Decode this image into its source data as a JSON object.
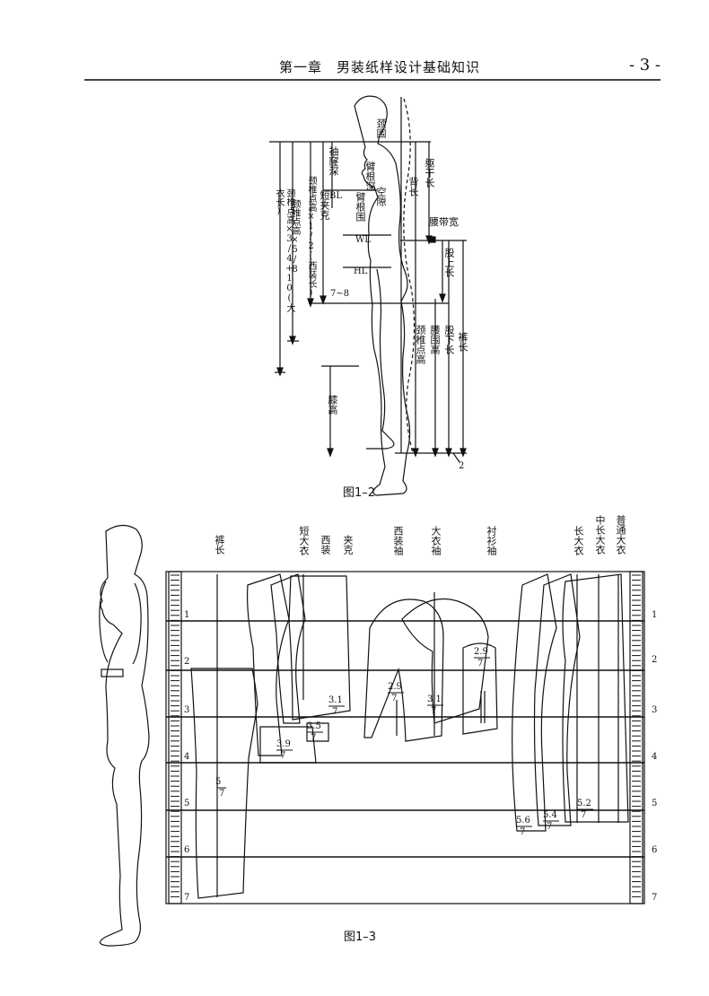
{
  "header": {
    "title": "第一章　男装纸样设计基础知识",
    "page": "- 3 -"
  },
  "figure1": {
    "caption": "图1–2",
    "labels": {
      "neck": "颈围",
      "sleeve_depth": "袖窿深",
      "arm_root_depth": "臂根深",
      "clearance": "空隙",
      "arm_root_girth": "臂根围",
      "torso_len": "躯干长",
      "back_len": "背长",
      "belt_width": "腰带宽",
      "crotch_up": "股上长",
      "crotch_down": "股下长",
      "waist_h": "腰围高",
      "trouser_len": "裤长",
      "neck_pt_h": "颈椎点高",
      "knee_h": "膝高",
      "short_jacket": "短夹克",
      "half_suit": "颈椎点高×1/2(西装长)",
      "five_eighth": "颈椎点高×5/8",
      "coat": "颈椎点高×3/4+10(大衣长)",
      "BL": "BL",
      "WL": "WL",
      "HL": "HL",
      "r78": "7~8",
      "two": "2"
    }
  },
  "figure2": {
    "caption": "图1–3",
    "top_labels": {
      "trouser": "裤长",
      "short_coat": "短大衣",
      "suit": "西装",
      "jacket": "夹克",
      "suit_sleeve": "西装袖",
      "coat_sleeve": "大衣袖",
      "shirt_sleeve": "衬衫袖",
      "long_coat": "长大衣",
      "mid_coat": "中长大衣",
      "normal_coat": "普通大衣"
    },
    "row_numbers": [
      "1",
      "2",
      "3",
      "4",
      "5",
      "6",
      "7"
    ],
    "fractions": [
      {
        "name": "frac-trouser",
        "num": "5",
        "den": "7"
      },
      {
        "name": "frac-jacket",
        "num": "3.1",
        "den": "7"
      },
      {
        "name": "frac-suit",
        "num": "3.5",
        "den": "7"
      },
      {
        "name": "frac-short-coat",
        "num": "3.9",
        "den": "7"
      },
      {
        "name": "frac-suit-sleeve",
        "num": "2.9",
        "den": "7"
      },
      {
        "name": "frac-coat-sleeve",
        "num": "3.1",
        "den": "7"
      },
      {
        "name": "frac-shirt-sleeve",
        "num": "2.9",
        "den": "7"
      },
      {
        "name": "frac-long-coat",
        "num": "5.6",
        "den": "7"
      },
      {
        "name": "frac-mid-coat",
        "num": "5.4",
        "den": "7"
      },
      {
        "name": "frac-normal-coat",
        "num": "5.2",
        "den": "7"
      }
    ]
  }
}
